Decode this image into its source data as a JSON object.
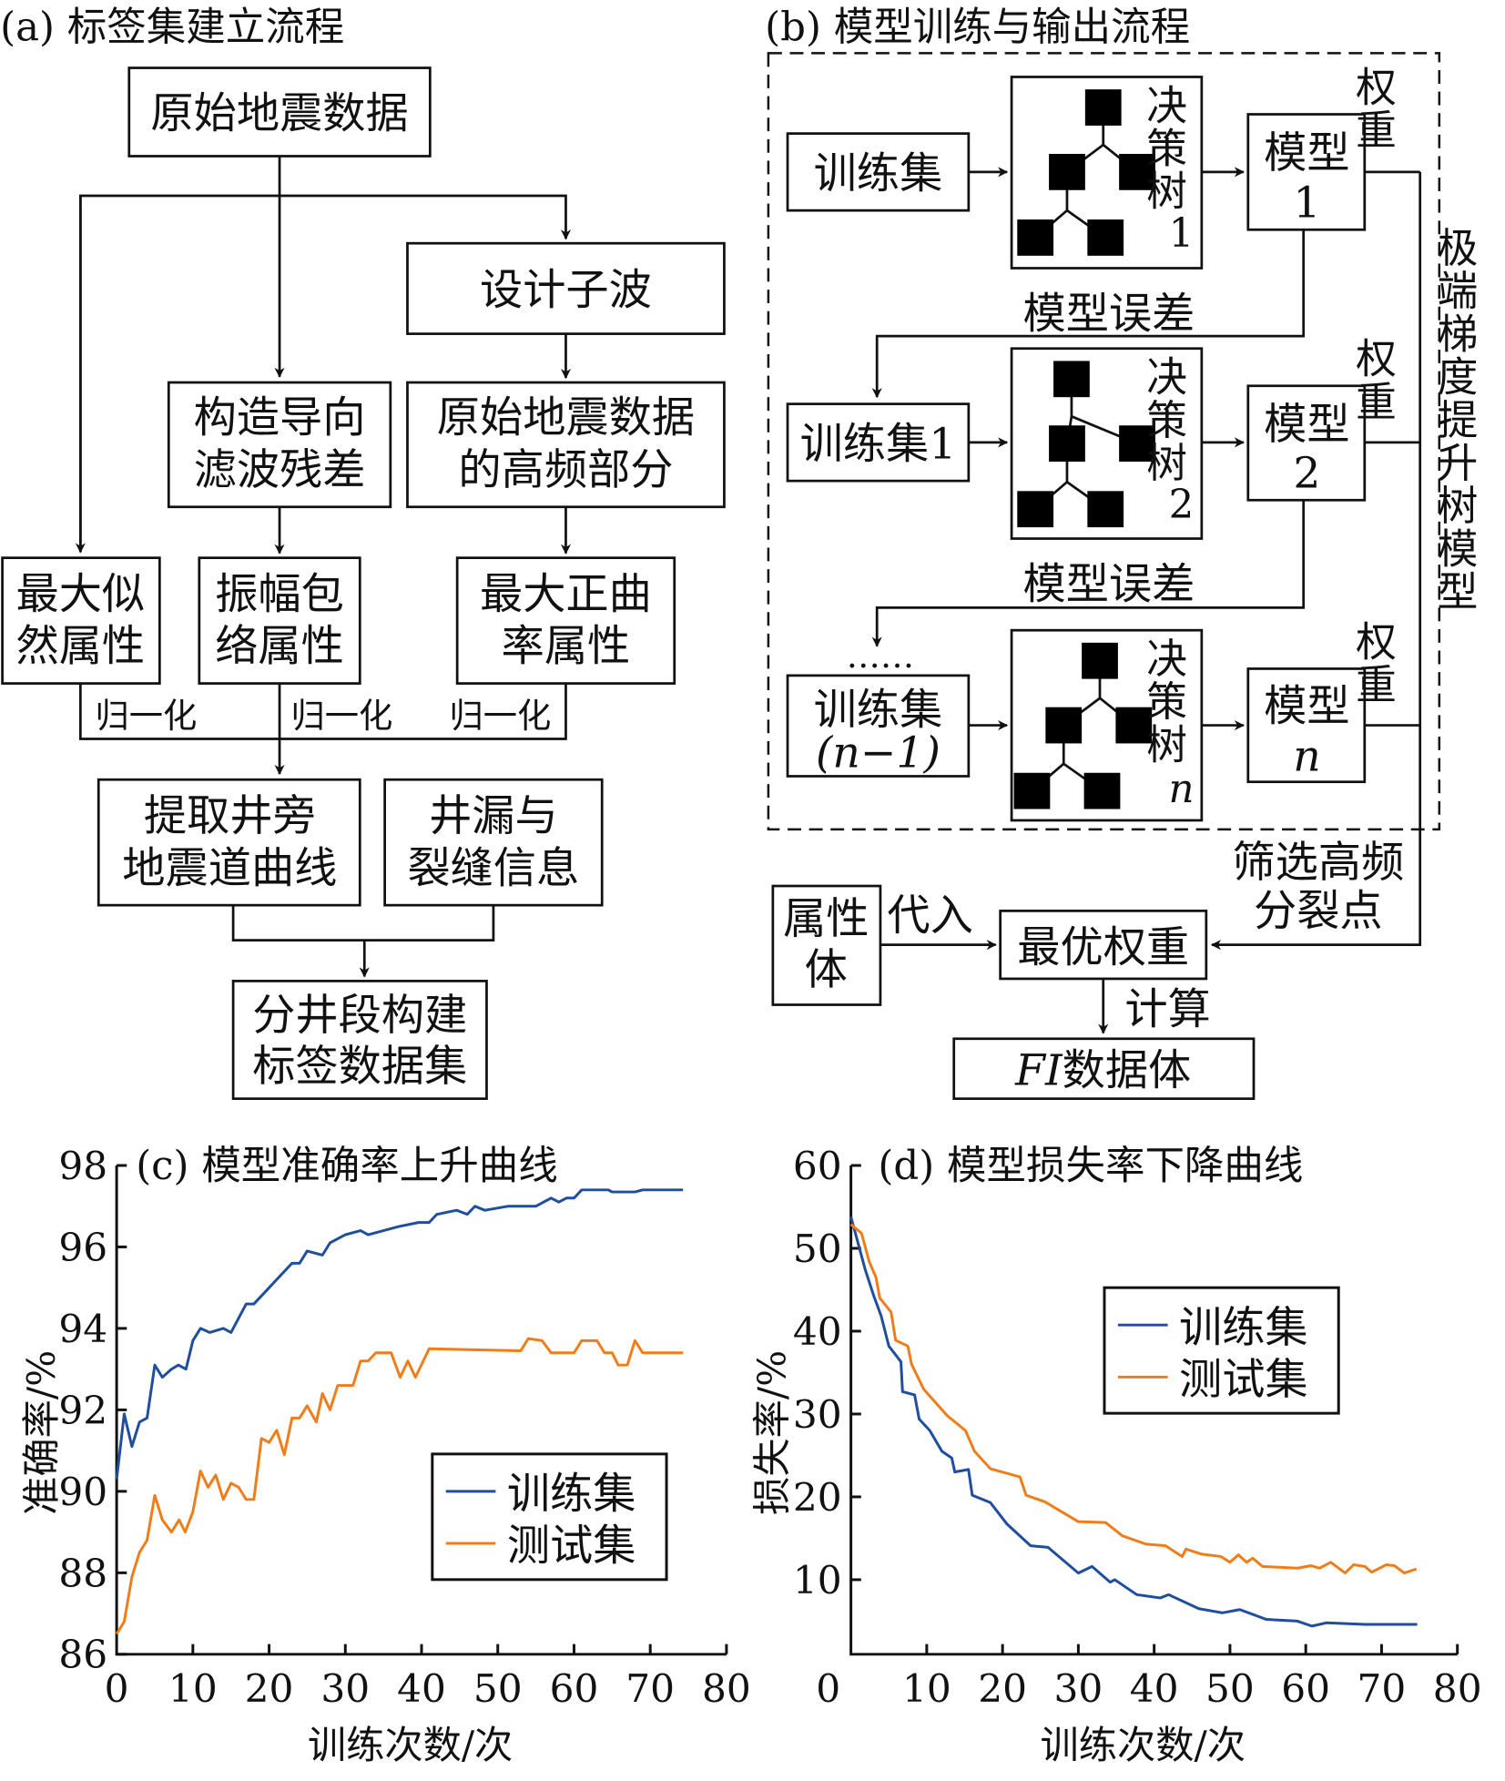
{
  "diagram": {
    "a": {
      "title": "(a) 标签集建立流程",
      "raw": "原始地震数据",
      "wavelet": "设计子波",
      "residual": [
        "构造导向",
        "滤波残差"
      ],
      "highfreq": [
        "原始地震数据",
        "的高频部分"
      ],
      "likelihood": [
        "最大似",
        "然属性"
      ],
      "envelope": [
        "振幅包",
        "络属性"
      ],
      "curvature": [
        "最大正曲",
        "率属性"
      ],
      "normalize": "归一化",
      "well_trace": [
        "提取井旁",
        "地震道曲线"
      ],
      "loss_info": [
        "井漏与",
        "裂缝信息"
      ],
      "label_set": [
        "分井段构建",
        "标签数据集"
      ]
    },
    "b": {
      "title": "(b) 模型训练与输出流程",
      "train_sets": [
        "训练集",
        "训练集1",
        [
          "训练集",
          "(n−1)"
        ]
      ],
      "tree_label": "决策树",
      "tree_nums": [
        "1",
        "2",
        "n"
      ],
      "model_label": "模型",
      "model_nums": [
        "1",
        "2",
        "n"
      ],
      "weight": "权重",
      "model_error": "模型误差",
      "ellipsis": "……",
      "xgb": "极端梯度提升树模型",
      "filter": [
        "筛选高频",
        "分裂点"
      ],
      "attr_vol": [
        "属性",
        "体"
      ],
      "substitute": "代入",
      "best_weight": "最优权重",
      "compute": "计算",
      "fi_vol_italic": "FI",
      "fi_vol": "数据体"
    }
  },
  "chart_data": [
    {
      "type": "line",
      "title": "(c) 模型准确率上升曲线",
      "xlabel": "训练次数/次",
      "ylabel": "准确率/%",
      "xlim": [
        0,
        80
      ],
      "ylim": [
        86,
        98
      ],
      "xticks": [
        0,
        10,
        20,
        30,
        40,
        50,
        60,
        70,
        80
      ],
      "yticks": [
        86,
        88,
        90,
        92,
        94,
        96,
        98
      ],
      "legend": "right-middle",
      "series": [
        {
          "name": "训练集",
          "color": "#1f4e9e",
          "x": [
            0,
            1,
            2,
            3,
            4,
            5,
            6,
            7.2,
            8.1,
            9.1,
            10,
            11,
            12.2,
            14,
            15,
            17,
            18,
            20,
            21,
            23,
            24,
            25,
            27,
            28,
            30,
            32,
            33,
            37,
            39.6,
            41,
            42,
            44.6,
            46,
            47,
            48.3,
            51.4,
            55,
            57,
            58,
            59,
            60,
            61,
            64.5,
            65,
            68,
            69,
            74.3
          ],
          "y": [
            90.3,
            91.9,
            91.1,
            91.7,
            91.8,
            93.1,
            92.8,
            93.0,
            93.1,
            93.0,
            93.7,
            94.0,
            93.9,
            94.0,
            93.9,
            94.6,
            94.6,
            95.0,
            95.2,
            95.6,
            95.6,
            95.9,
            95.8,
            96.1,
            96.3,
            96.4,
            96.3,
            96.5,
            96.6,
            96.6,
            96.8,
            96.9,
            96.8,
            97.0,
            96.9,
            97.0,
            97.0,
            97.2,
            97.1,
            97.2,
            97.2,
            97.4,
            97.4,
            97.35,
            97.35,
            97.4,
            97.4
          ]
        },
        {
          "name": "测试集",
          "color": "#f07d1a",
          "x": [
            0,
            1,
            2,
            3,
            4,
            5,
            6,
            7.2,
            8.2,
            9,
            10,
            11,
            12,
            13,
            14,
            15,
            16,
            17,
            18,
            19,
            20,
            21,
            22,
            23,
            24,
            25,
            26.2,
            27,
            28,
            29,
            31,
            32,
            33,
            34,
            36,
            37.2,
            38.2,
            39.2,
            41,
            53,
            54,
            55.8,
            57,
            60,
            61,
            63,
            64,
            65,
            65.8,
            67,
            68,
            69,
            74.3
          ],
          "y": [
            86.5,
            86.8,
            87.9,
            88.5,
            88.8,
            89.9,
            89.3,
            89.0,
            89.3,
            89.0,
            89.5,
            90.5,
            90.1,
            90.4,
            89.8,
            90.2,
            90.1,
            89.8,
            89.8,
            91.3,
            91.2,
            91.5,
            90.9,
            91.8,
            91.8,
            92.1,
            91.7,
            92.4,
            92.0,
            92.6,
            92.6,
            93.2,
            93.2,
            93.4,
            93.4,
            92.8,
            93.2,
            92.8,
            93.5,
            93.45,
            93.75,
            93.7,
            93.4,
            93.4,
            93.7,
            93.7,
            93.4,
            93.4,
            93.1,
            93.1,
            93.7,
            93.4,
            93.4
          ]
        }
      ]
    },
    {
      "type": "line",
      "title": "(d) 模型损失率下降曲线",
      "xlabel": "训练次数/次",
      "ylabel": "损失率/%",
      "xlim": [
        0,
        80
      ],
      "ylim": [
        1,
        60
      ],
      "xticks": [
        0,
        10,
        20,
        30,
        40,
        50,
        60,
        70,
        80
      ],
      "yticks": [
        10,
        20,
        30,
        40,
        50,
        60
      ],
      "legend": "upper-right",
      "series": [
        {
          "name": "训练集",
          "color": "#1f4e9e",
          "x": [
            0,
            1.9,
            3,
            4,
            5,
            6.6,
            6.8,
            8.4,
            9,
            10.4,
            12,
            13.3,
            13.7,
            15.5,
            16,
            18.4,
            20.6,
            23.7,
            26,
            30,
            31.8,
            34.2,
            34.8,
            37.7,
            40.8,
            41.9,
            45.9,
            49,
            51.3,
            54.8,
            58.9,
            60.8,
            62.7,
            67.8,
            74.7
          ],
          "y": [
            53.8,
            47.4,
            44.3,
            41.8,
            38.2,
            36.3,
            32.7,
            32.3,
            29.4,
            28.0,
            25.5,
            24.7,
            23.0,
            23.3,
            20.2,
            19.3,
            16.7,
            14.1,
            13.9,
            10.8,
            11.6,
            9.7,
            10.0,
            8.2,
            7.8,
            8.2,
            6.5,
            6.0,
            6.4,
            5.2,
            5.0,
            4.4,
            4.8,
            4.6,
            4.6
          ]
        },
        {
          "name": "测试集",
          "color": "#f07d1a",
          "x": [
            0,
            1.4,
            2.4,
            3.3,
            3.8,
            5.3,
            5.9,
            7.5,
            8,
            9.6,
            12.7,
            15.1,
            16.3,
            18.4,
            22.3,
            23.1,
            25.6,
            30,
            33.6,
            35.8,
            38.9,
            41.5,
            43.7,
            44.2,
            46.2,
            48.8,
            50,
            51.1,
            52.2,
            53,
            54.3,
            58.9,
            60.7,
            61.8,
            63.3,
            65.2,
            66.3,
            67.8,
            68.7,
            70.6,
            71.7,
            73,
            74.6
          ],
          "y": [
            52.9,
            51.8,
            48.4,
            46.5,
            44.0,
            42.3,
            38.9,
            38.2,
            36.0,
            33.0,
            29.8,
            28.0,
            25.5,
            23.4,
            22.4,
            20.2,
            19.4,
            17.0,
            16.9,
            15.3,
            14.3,
            14.1,
            12.8,
            13.7,
            13.1,
            12.8,
            12.1,
            13.0,
            12.1,
            12.6,
            11.6,
            11.4,
            11.7,
            11.4,
            12.1,
            10.8,
            11.8,
            11.6,
            10.9,
            11.8,
            11.7,
            10.8,
            11.3
          ]
        }
      ]
    }
  ]
}
